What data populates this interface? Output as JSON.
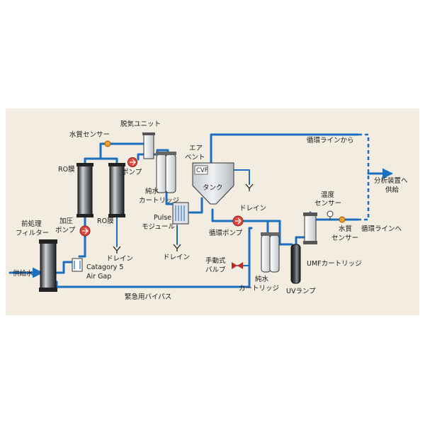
{
  "labels": {
    "feed_water": "供給水",
    "prefilter_1": "前処理",
    "prefilter_2": "フィルター",
    "pressure_pump_1": "加圧",
    "pressure_pump_2": "ポンプ",
    "ro_membrane_left": "RO膜",
    "ro_membrane_right": "RO膜",
    "water_quality_sensor_top": "水質センサー",
    "degas_unit": "脱気ユニット",
    "pump": "ポンプ",
    "pure_water_cartridge_top_1": "純水",
    "pure_water_cartridge_top_2": "カートリッジ",
    "drain_ro": "ドレイン",
    "pulse_module_1": "Pulse",
    "pulse_module_2": "モジュール",
    "drain_pulse": "ドレイン",
    "air_vent_1": "エア",
    "air_vent_2": "ベント",
    "cvf": "CVF",
    "tank": "タンク",
    "drain_tank": "ドレイン",
    "circulation_pump": "循環ポンプ",
    "air_gap_1": "Catagory 5",
    "air_gap_2": "Air Gap",
    "manual_valve_1": "手動式",
    "manual_valve_2": "バルブ",
    "pure_water_cartridge_bottom_1": "純水",
    "pure_water_cartridge_bottom_2": "カートリッジ",
    "uv_lamp": "UVランプ",
    "umf_cartridge": "UMFカートリッジ",
    "temp_sensor_1": "温度",
    "temp_sensor_2": "センサー",
    "quality_sensor_right_1": "水質",
    "quality_sensor_right_2": "センサー",
    "circulation_from": "循環ラインから",
    "circulation_to": "循環ラインへ",
    "to_analyzer_1": "分析装置へ",
    "to_analyzer_2": "供給",
    "emergency_bypass": "緊急用バイパス"
  },
  "colors": {
    "panel_background": "#f2ede0",
    "pipe": "#1a6fc0",
    "pump": "#e0463c",
    "sensor": "#f0a030",
    "cartridge_fill": "#e8e8e8",
    "tank_fill": "#d5d8dc"
  }
}
